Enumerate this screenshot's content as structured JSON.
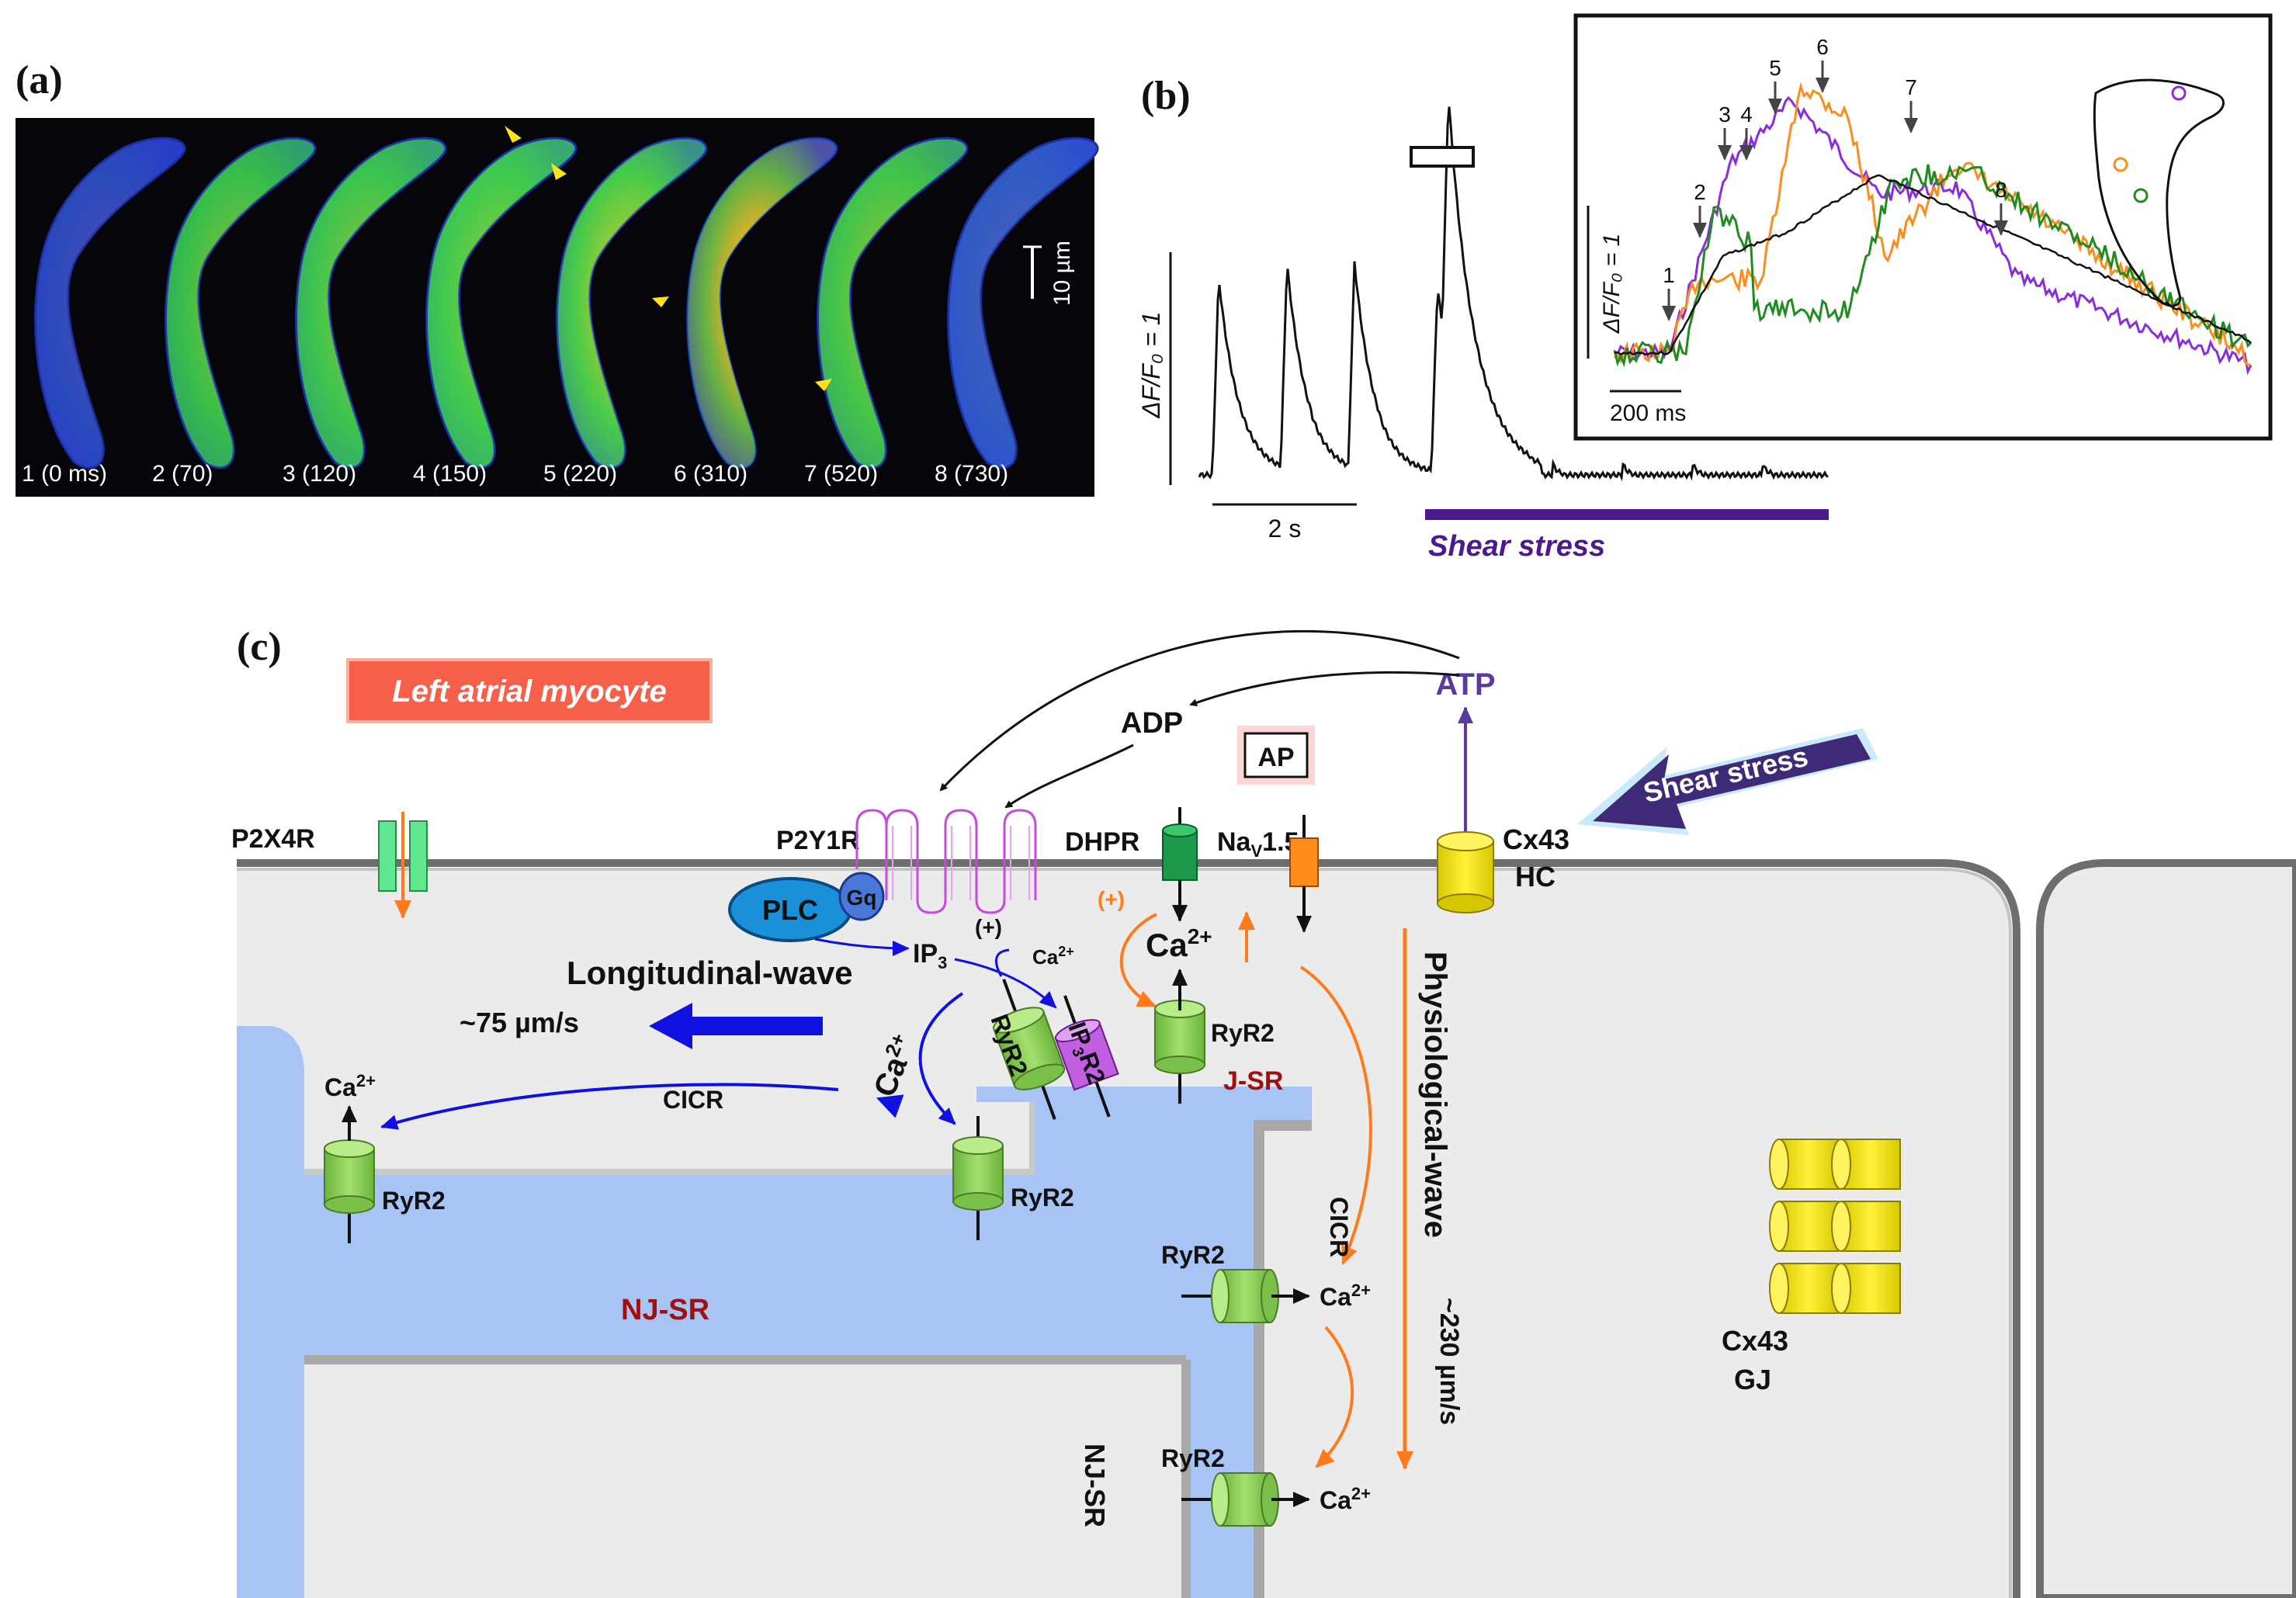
{
  "panel_a": {
    "label": "(a)",
    "scale_bar": "10 µm",
    "frames": [
      "1 (0 ms)",
      "2 (70)",
      "3 (120)",
      "4 (150)",
      "5 (220)",
      "6 (310)",
      "7 (520)",
      "8 (730)"
    ]
  },
  "panel_b": {
    "label": "(b)",
    "y_scale": "ΔF/F₀ = 1",
    "time_scale": "2 s",
    "stimulus": "Shear stress",
    "inset_time_scale": "200 ms",
    "inset_y_scale": "ΔF/F₀ = 1",
    "inset_markers": [
      "1",
      "2",
      "3",
      "4",
      "5",
      "6",
      "7",
      "8"
    ],
    "colors": {
      "purple": "#8a2be2",
      "orange": "#ff8c1a",
      "green": "#1e8c1e",
      "black": "#111111",
      "stimulus": "#4b1a8c"
    }
  },
  "panel_c": {
    "label": "(c)",
    "title": "Left atrial myocyte",
    "atp": "ATP",
    "adp": "ADP",
    "ap": "AP",
    "shear_stress": "Shear stress",
    "p2x4r": "P2X4R",
    "p2y1r": "P2Y1R",
    "plc": "PLC",
    "gq": "Gq",
    "dhpr": "DHPR",
    "nav_main": "Na",
    "nav_sub": "V",
    "nav_rest": "1.5",
    "cx43": "Cx43",
    "hc": "HC",
    "gj": "GJ",
    "ip3_main": "IP",
    "ip3_sub": "3",
    "plus": "(+)",
    "plus_orange": "(+)",
    "ca_main": "Ca",
    "ca_sup": "2+",
    "longitudinal_wave": "Longitudinal-wave",
    "long_speed": "~75 µm/s",
    "cicr": "CICR",
    "ryr2": "RyR2",
    "ip3r2_a": "IP",
    "ip3r2_b": "3",
    "ip3r2_c": "R2",
    "jsr": "J-SR",
    "njsr": "NJ-SR",
    "physiological_wave": "Physiological-wave",
    "phys_speed": "~230 µm/s",
    "colors": {
      "sr": "#a8c4f4",
      "cytoplasm": "#ebebeb",
      "ryr": "#8fd05a",
      "blue_arrow": "#1010e0",
      "orange_arrow": "#ff7a1a",
      "dark_red": "#a01010",
      "title_bg": "#f6604a",
      "shear_arrow": "#3f2a78"
    }
  }
}
